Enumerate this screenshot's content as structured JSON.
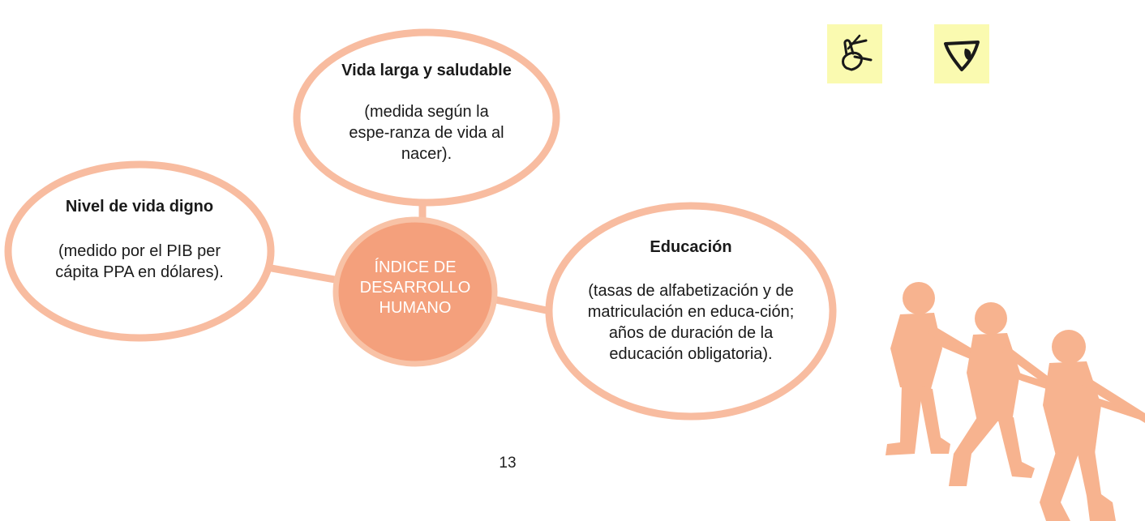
{
  "diagram": {
    "center": {
      "label": "ÍNDICE DE DESARROLLO HUMANO"
    },
    "nodes": [
      {
        "id": "vida-larga",
        "title": "Vida larga y saludable",
        "description": "(medida según la espe-ranza de vida al nacer)."
      },
      {
        "id": "nivel-vida",
        "title": "Nivel de vida digno",
        "description": "(medido por el PIB per cápita PPA en dólares)."
      },
      {
        "id": "educacion",
        "title": "Educación",
        "description": "(tasas de alfabetización y de matriculación en educa-ción; años de duración de la educación obligatoria)."
      }
    ],
    "edges": [
      {
        "from": "center",
        "to": "vida-larga"
      },
      {
        "from": "center",
        "to": "nivel-vida"
      },
      {
        "from": "center",
        "to": "educacion"
      }
    ]
  },
  "icons": [
    {
      "name": "writing-hand-icon"
    },
    {
      "name": "eye-icon"
    }
  ],
  "decoration": {
    "name": "tug-of-war-silhouette"
  },
  "page_number": "13",
  "colors": {
    "bubble_stroke": "#f8bca0",
    "center_fill": "#f4a07c",
    "center_stroke": "#f8c2a6",
    "silhouette": "#f7b38f",
    "icon_background": "#fafab0",
    "text": "#1a1a1a",
    "center_text": "#ffffff"
  }
}
